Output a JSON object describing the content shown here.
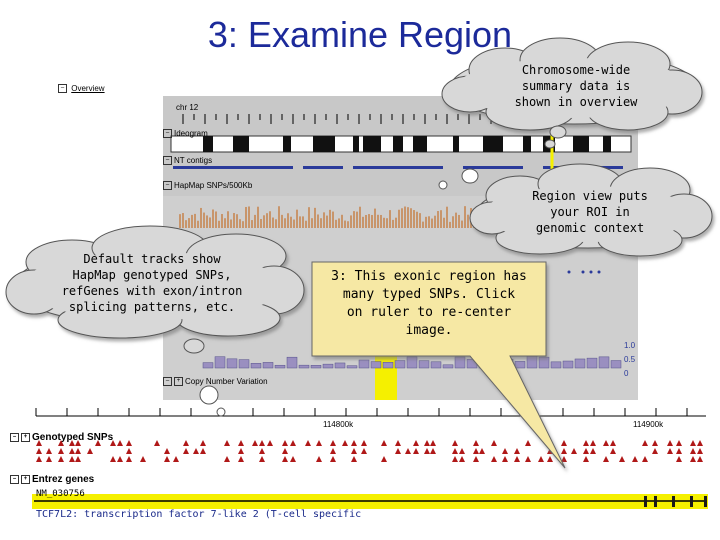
{
  "title": "3: Examine Region",
  "overview": {
    "header_label": "Overview",
    "chromosome_label": "chr 12",
    "tracks": [
      "Ideogram",
      "NT contigs",
      "HapMap SNPs/500Kb"
    ]
  },
  "region": {
    "track_label": "Copy Number Variation",
    "axis_labels": [
      "1.0",
      "0.5",
      "0"
    ]
  },
  "detail": {
    "ruler_labels": [
      "114800k",
      "114900k"
    ],
    "tracks": {
      "genotyped_snps": "Genotyped SNPs",
      "entrez_genes": "Entrez genes"
    },
    "gene_id": "NM_030756",
    "gene_desc": "TCF7L2: transcription factor 7-like 2 (T-cell specific"
  },
  "clouds": {
    "overview_note": [
      "Chromosome-wide",
      "summary data is",
      "shown in overview"
    ],
    "region_note": [
      "Region view puts",
      "your ROI in",
      "genomic context"
    ],
    "default_tracks_note": [
      "Default tracks show",
      "HapMap genotyped SNPs,",
      "refGenes with exon/intron",
      "splicing patterns, etc."
    ]
  },
  "callout": {
    "lines": [
      "3: This exonic region has",
      "many typed SNPs. Click",
      "on ruler to re-center",
      "image."
    ]
  },
  "colors": {
    "title": "#1c2a9a",
    "cloud_fill": "#d8d8d8",
    "callout_fill": "#f6e8a4",
    "highlight": "#f5f000",
    "snp_marker": "#b01818",
    "bar_fill": "#c8956b"
  }
}
